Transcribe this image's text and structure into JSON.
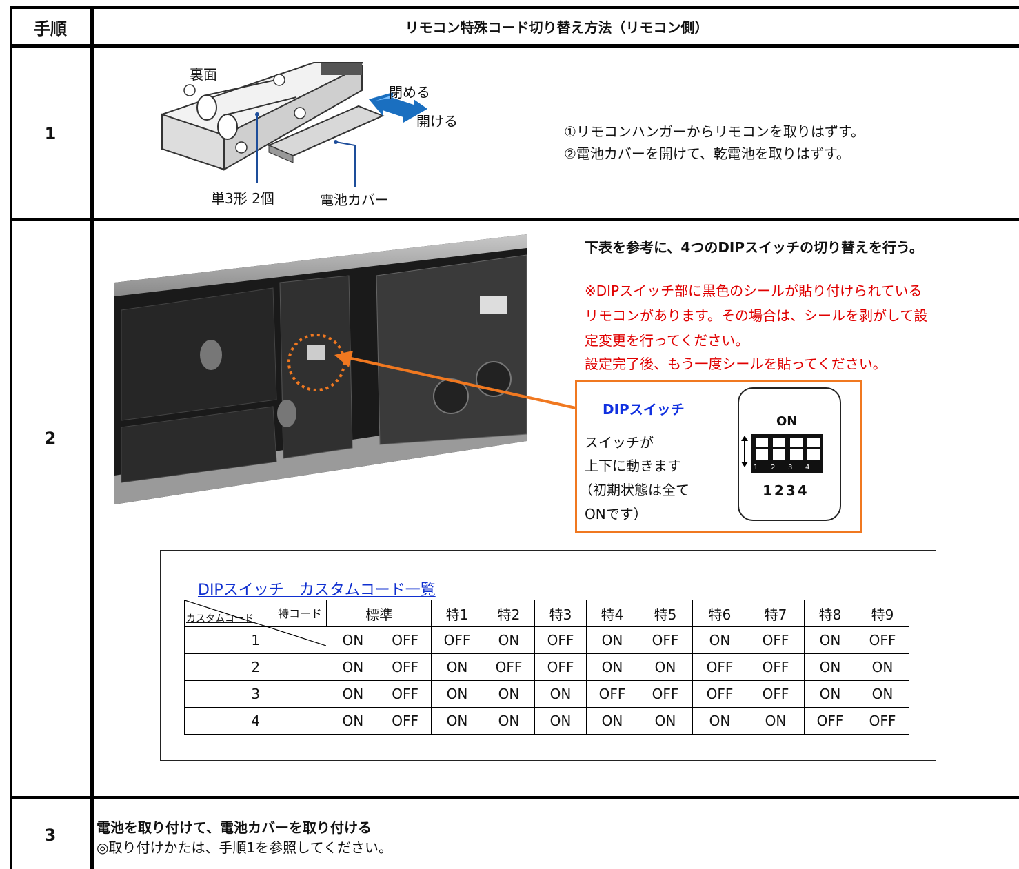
{
  "header": {
    "step_col": "手順",
    "title": "リモコン特殊コード切り替え方法（リモコン側）"
  },
  "steps": [
    {
      "num": "1",
      "figure": {
        "back": "裏面",
        "close": "閉める",
        "open": "開ける",
        "battery": "単3形 2個",
        "cover": "電池カバー"
      },
      "lines": [
        "①リモコンハンガーからリモコンを取りはずす。",
        "②電池カバーを開けて、乾電池を取りはずす。"
      ]
    },
    {
      "num": "2",
      "heading": "下表を参考に、4つのDIPスイッチの切り替えを行う。",
      "notes": [
        "※DIPスイッチ部に黒色のシールが貼り付けられている",
        "リモコンがあります。その場合は、シールを剥がして設",
        "定変更を行ってください。",
        "設定完了後、もう一度シールを貼ってください。"
      ],
      "callout": {
        "title": "DIPスイッチ",
        "lines": [
          "スイッチが",
          "上下に動きます",
          "（初期状態は全て",
          "ONです）"
        ],
        "on_label": "ON",
        "numbers": "1234",
        "small_numbers": [
          "1",
          "2",
          "3",
          "4"
        ]
      }
    },
    {
      "num": "3",
      "heading": "電池を取り付けて、電池カバーを取り付ける",
      "note": "◎取り付けかたは、手順1を参照してください。"
    }
  ],
  "table": {
    "title": "DIPスイッチ　カスタムコード一覧",
    "corner_top": "特コード",
    "corner_bottom": "カスタムコード",
    "columns": [
      "標準",
      "特1",
      "特2",
      "特3",
      "特4",
      "特5",
      "特6",
      "特7",
      "特8",
      "特9"
    ],
    "rows": [
      {
        "label": "1",
        "cells": [
          "ON",
          "OFF",
          "OFF",
          "ON",
          "OFF",
          "ON",
          "OFF",
          "ON",
          "OFF",
          "ON",
          "OFF"
        ]
      },
      {
        "label": "2",
        "cells": [
          "ON",
          "OFF",
          "ON",
          "OFF",
          "OFF",
          "ON",
          "ON",
          "OFF",
          "OFF",
          "ON",
          "ON"
        ]
      },
      {
        "label": "3",
        "cells": [
          "ON",
          "OFF",
          "ON",
          "ON",
          "ON",
          "OFF",
          "OFF",
          "OFF",
          "OFF",
          "ON",
          "ON"
        ]
      },
      {
        "label": "4",
        "cells": [
          "ON",
          "OFF",
          "ON",
          "ON",
          "ON",
          "ON",
          "ON",
          "ON",
          "ON",
          "OFF",
          "OFF"
        ]
      }
    ]
  },
  "colors": {
    "accent_orange": "#f07820",
    "link_blue": "#1030d0",
    "callout_blue": "#1030e0",
    "warning_red": "#e00000"
  }
}
